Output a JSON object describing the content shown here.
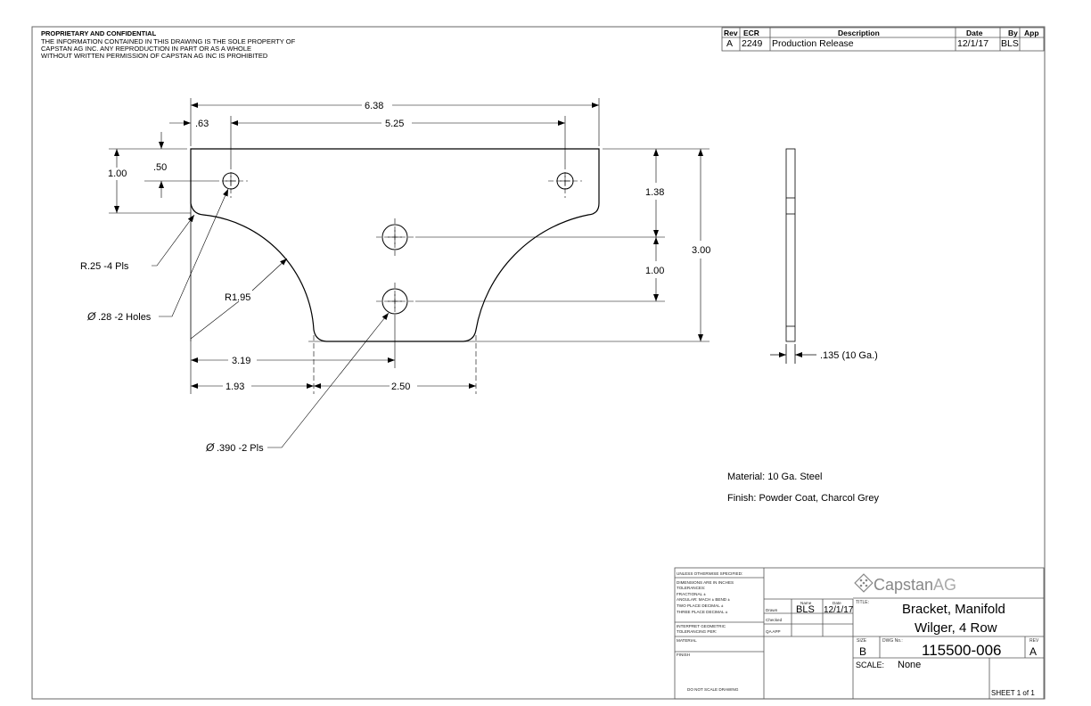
{
  "proprietary_notice": {
    "heading": "PROPRIETARY AND CONFIDENTIAL",
    "lines": [
      "THE INFORMATION CONTAINED IN THIS DRAWING IS THE SOLE PROPERTY OF",
      "CAPSTAN AG INC. ANY REPRODUCTION IN PART OR AS A WHOLE",
      "WITHOUT WRITTEN PERMISSION OF CAPSTAN AG INC IS PROHIBITED"
    ]
  },
  "revision_block": {
    "headers": [
      "Rev",
      "ECR",
      "Description",
      "Date",
      "By",
      "App"
    ],
    "rows": [
      [
        "A",
        "2249",
        "Production Release",
        "12/1/17",
        "BLS",
        ""
      ]
    ]
  },
  "dimensions": {
    "overall_width": "6.38",
    "hole_spacing": "5.25",
    "hole_offset_x": ".63",
    "hole_offset_y": ".50",
    "top_tab_height": "1.00",
    "right_upper": "1.38",
    "right_middle": "1.00",
    "overall_height": "3.00",
    "bottom_hole_x": "3.19",
    "cutout_start": "1.93",
    "cutout_width": "2.50",
    "arc_radius": "R1.95",
    "thickness": ".135 (10 Ga.)"
  },
  "callouts": {
    "fillet": "R.25 -4 Pls",
    "small_holes": ".28 -2 Holes",
    "large_holes": ".390 -2 Pls",
    "diameter_symbol": "Ø"
  },
  "notes": {
    "material": "Material: 10 Ga. Steel",
    "finish": "Finish: Powder Coat, Charcol Grey"
  },
  "title_block": {
    "unless_specified": "UNLESS OTHERWISE SPECIFIED:",
    "tolerance_lines": [
      "DIMENSIONS ARE IN INCHES",
      "TOLERANCES:",
      "FRACTIONAL ±",
      "ANGULAR: MACH ±    BEND ±",
      "TWO PLACE DECIMAL    ±",
      "THREE PLACE DECIMAL  ±"
    ],
    "interpret_lines": [
      "INTERPRET GEOMETRIC",
      "TOLERANCING PER:"
    ],
    "material_label": "MATERIAL",
    "finish_label": "FINISH",
    "do_not_scale": "DO NOT SCALE DRAWING",
    "name_header": "Name",
    "date_header": "Date",
    "drawn_label": "Drawn",
    "checked_label": "Checked",
    "qa_label": "QA APP",
    "drawn_name": "BLS",
    "drawn_date": "12/1/17",
    "company_logo_text_1": "Capstan",
    "company_logo_text_2": "AG",
    "title_label": "TITLE:",
    "title_line_1": "Bracket, Manifold",
    "title_line_2": "Wilger, 4 Row",
    "size_label": "SIZE",
    "size_value": "B",
    "dwg_label": "DWG No.:",
    "dwg_number": "115500-006",
    "rev_label": "REV",
    "rev_value": "A",
    "scale_label": "SCALE:",
    "scale_value": "None",
    "sheet": "SHEET 1 of 1"
  },
  "colors": {
    "line": "#000000",
    "border": "#555555",
    "logo": "#888888"
  }
}
